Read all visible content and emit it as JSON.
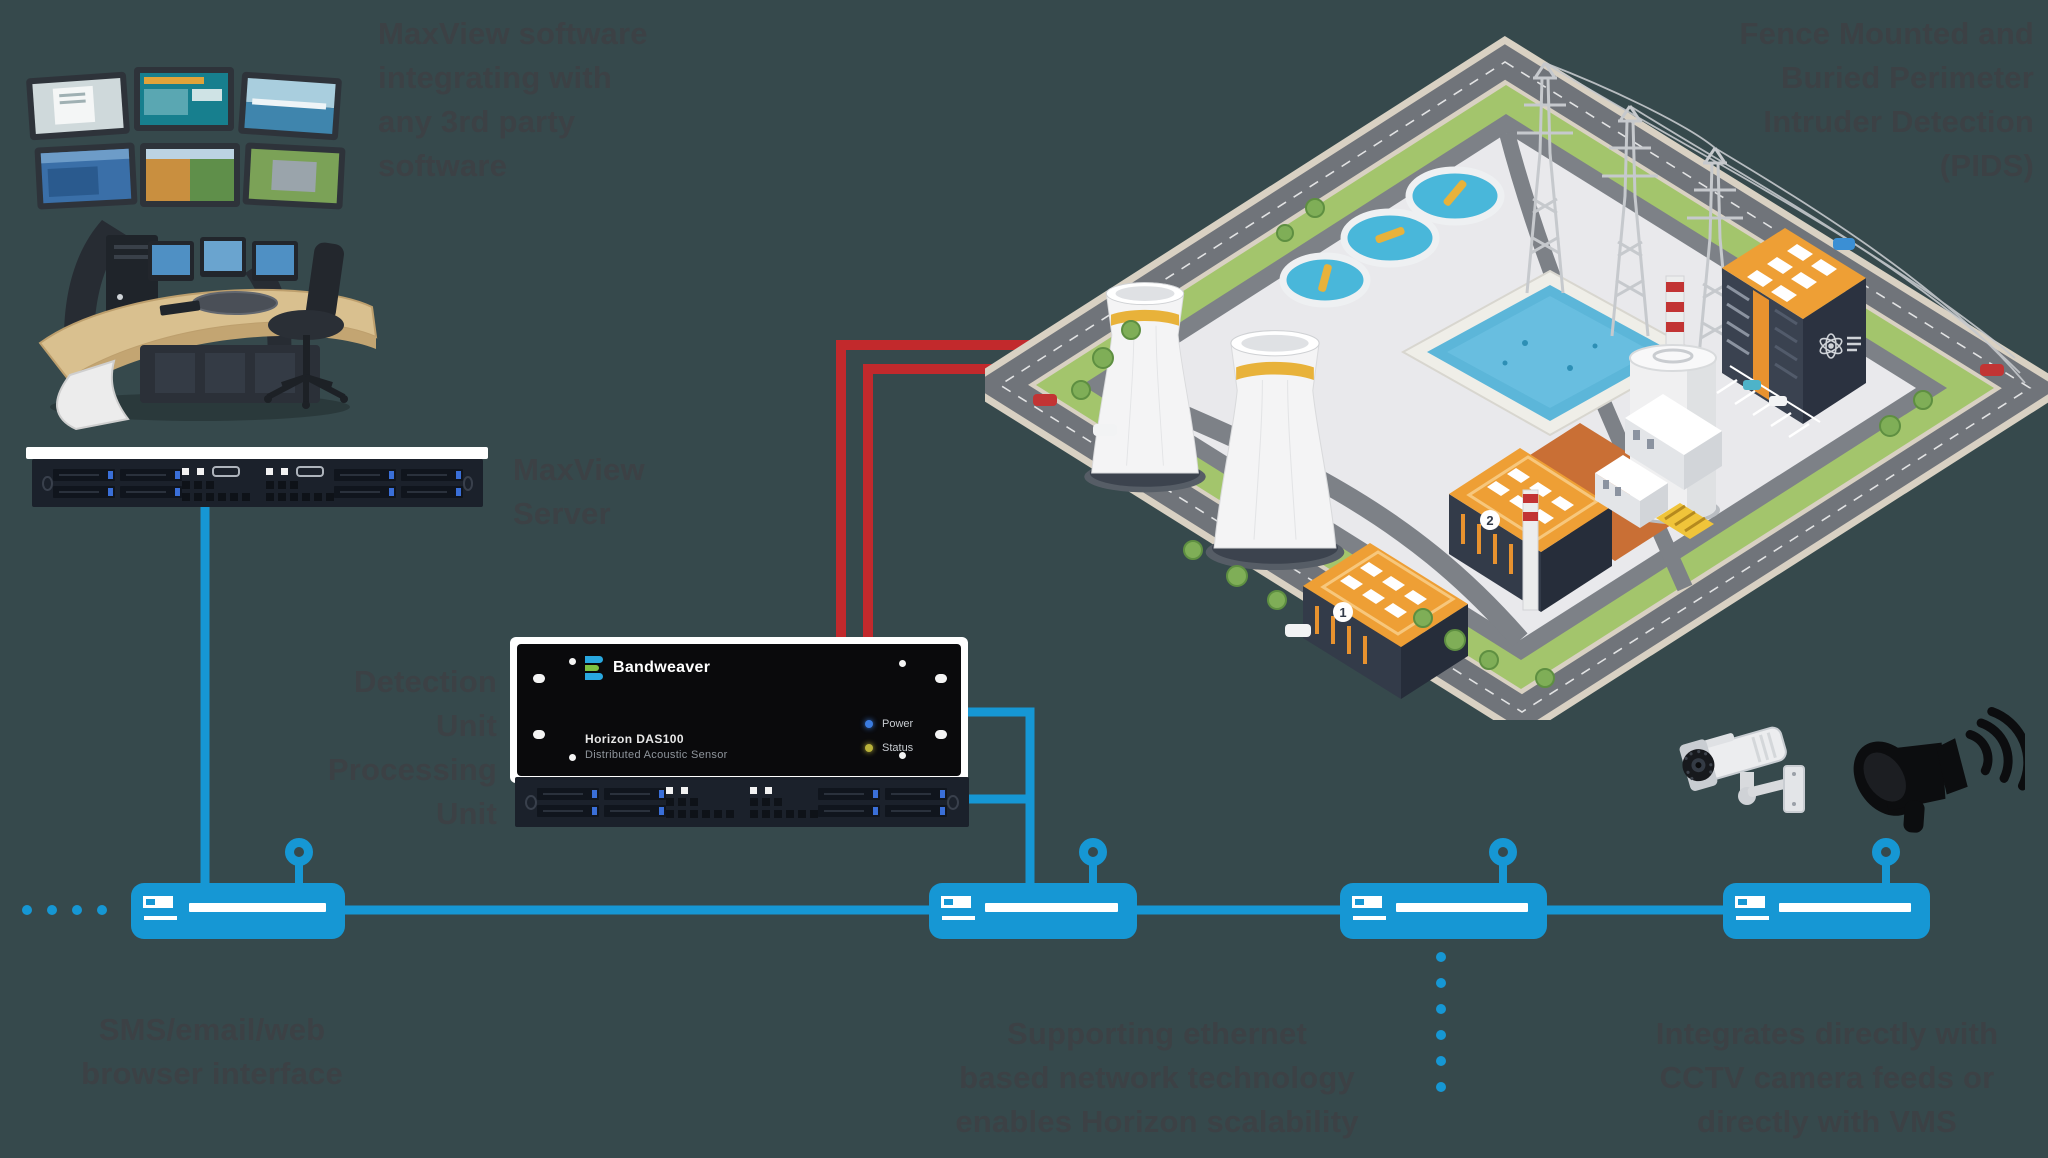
{
  "colors": {
    "background": "#36494c",
    "accent_blue": "#1697d4",
    "fiber_red": "#c2292c",
    "label_text": "#3c4145",
    "rack_dark": "#1b212b",
    "device_black": "#0a0a0c",
    "logo_blue": "#29a8e0",
    "logo_green": "#7cc242",
    "led_power": "#3b7ce0",
    "led_status": "#b9b23a"
  },
  "labels": {
    "maxview_software": {
      "lines": [
        "MaxView software",
        "integrating with",
        "any 3rd party",
        "software"
      ]
    },
    "pids": {
      "lines": [
        "Fence Mounted and",
        "Buried Perimeter",
        "Intruder Detection",
        "(PIDS)"
      ]
    },
    "maxview_server": {
      "lines": [
        "MaxView",
        "Server"
      ]
    },
    "detection_processing": {
      "lines": [
        "Detection",
        "Unit",
        "Processing",
        "Unit"
      ]
    },
    "sms": {
      "lines": [
        "SMS/email/web",
        "browser interface"
      ]
    },
    "ethernet": {
      "lines": [
        "Supporting ethernet",
        "based network technology",
        "enables Horizon scalability"
      ]
    },
    "integrates": {
      "lines": [
        "Integrates directly with",
        "CCTV camera feeds or",
        "directly with VMS"
      ]
    }
  },
  "das_unit": {
    "brand": "Bandweaver",
    "model": "Horizon  DAS100",
    "subtitle": "Distributed Acoustic Sensor",
    "leds": [
      {
        "label": "Power",
        "color": "#3b7ce0"
      },
      {
        "label": "Status",
        "color": "#b9b23a"
      }
    ]
  },
  "facility": {
    "building_badges": [
      "1",
      "2"
    ]
  },
  "icons": [
    "control-room-console-icon",
    "server-rack-icon",
    "das-processing-unit-icon",
    "ethernet-switch-icon",
    "wireless-antenna-icon",
    "cctv-camera-icon",
    "loudspeaker-icon",
    "industrial-facility-icon",
    "cooling-tower-icon",
    "power-pylon-icon"
  ]
}
